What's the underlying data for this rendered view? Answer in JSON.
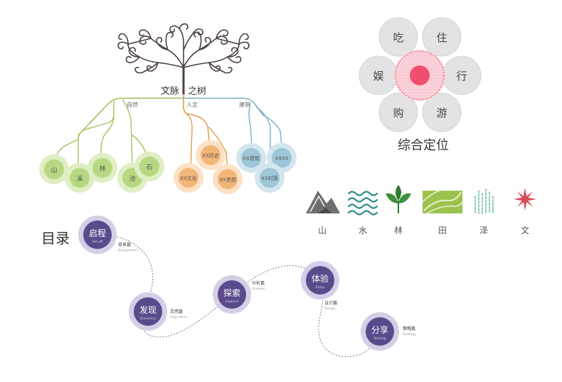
{
  "tree": {
    "title_left": "文脉",
    "title_right": "之树",
    "branches": [
      {
        "label": "自然",
        "color": "#9fc25a",
        "leaves": [
          "山",
          "溪",
          "林",
          "池",
          "石"
        ]
      },
      {
        "label": "人文",
        "color": "#e09a4a",
        "leaves": [
          "XX文化",
          "XX历史",
          "XX思想"
        ]
      },
      {
        "label": "建筑",
        "color": "#7ab0c8",
        "leaves": [
          "XX建筑",
          "XXXX",
          "XX村落"
        ]
      }
    ]
  },
  "flower": {
    "petals": [
      "吃",
      "住",
      "行",
      "游",
      "购",
      "娱"
    ],
    "caption": "综合定位",
    "center_color": "#f0506e",
    "petal_color": "#e3e3e3"
  },
  "elements": {
    "items": [
      {
        "label": "山",
        "icon": "mountain-icon"
      },
      {
        "label": "水",
        "icon": "water-icon"
      },
      {
        "label": "林",
        "icon": "plant-icon"
      },
      {
        "label": "田",
        "icon": "field-icon"
      },
      {
        "label": "泽",
        "icon": "marsh-icon"
      },
      {
        "label": "文",
        "icon": "culture-icon"
      }
    ]
  },
  "toc": {
    "title": "目录",
    "stages": [
      {
        "title": "启程",
        "sub": "Set off",
        "tag": "背景篇",
        "tag_en": "Background"
      },
      {
        "title": "发现",
        "sub": "Discovery",
        "tag": "灵感篇",
        "tag_en": "Inspiration"
      },
      {
        "title": "探索",
        "sub": "Explorer",
        "tag": "分析篇",
        "tag_en": "Analysis"
      },
      {
        "title": "体验",
        "sub": "Enjoy",
        "tag": "设计篇",
        "tag_en": "Design"
      },
      {
        "title": "分享",
        "sub": "Sharing",
        "tag": "策略篇",
        "tag_en": "Strategy"
      }
    ],
    "color": "#5b4a8b"
  }
}
